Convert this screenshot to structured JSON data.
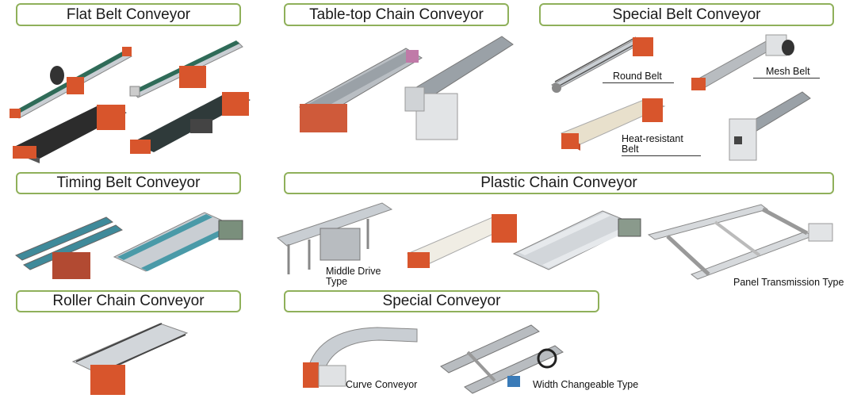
{
  "sections": {
    "flat_belt": "Flat Belt Conveyor",
    "tabletop_chain": "Table-top Chain Conveyor",
    "special_belt": "Special Belt Conveyor",
    "timing_belt": "Timing Belt Conveyor",
    "plastic_chain": "Plastic Chain Conveyor",
    "roller_chain": "Roller Chain Conveyor",
    "special": "Special Conveyor"
  },
  "labels": {
    "round_belt": "Round Belt",
    "mesh_belt": "Mesh Belt",
    "heat_resistant_1": "Heat-resistant",
    "heat_resistant_2": "Belt",
    "middle_drive_1": "Middle Drive",
    "middle_drive_2": "Type",
    "panel_transmission": "Panel Transmission Type",
    "curve": "Curve Conveyor",
    "width_changeable": "Width Changeable Type"
  },
  "colors": {
    "header_border": "#8fb05a",
    "motor_orange": "#d8552c",
    "belt_green": "#2f6b58",
    "aluminum": "#c9ced3"
  }
}
